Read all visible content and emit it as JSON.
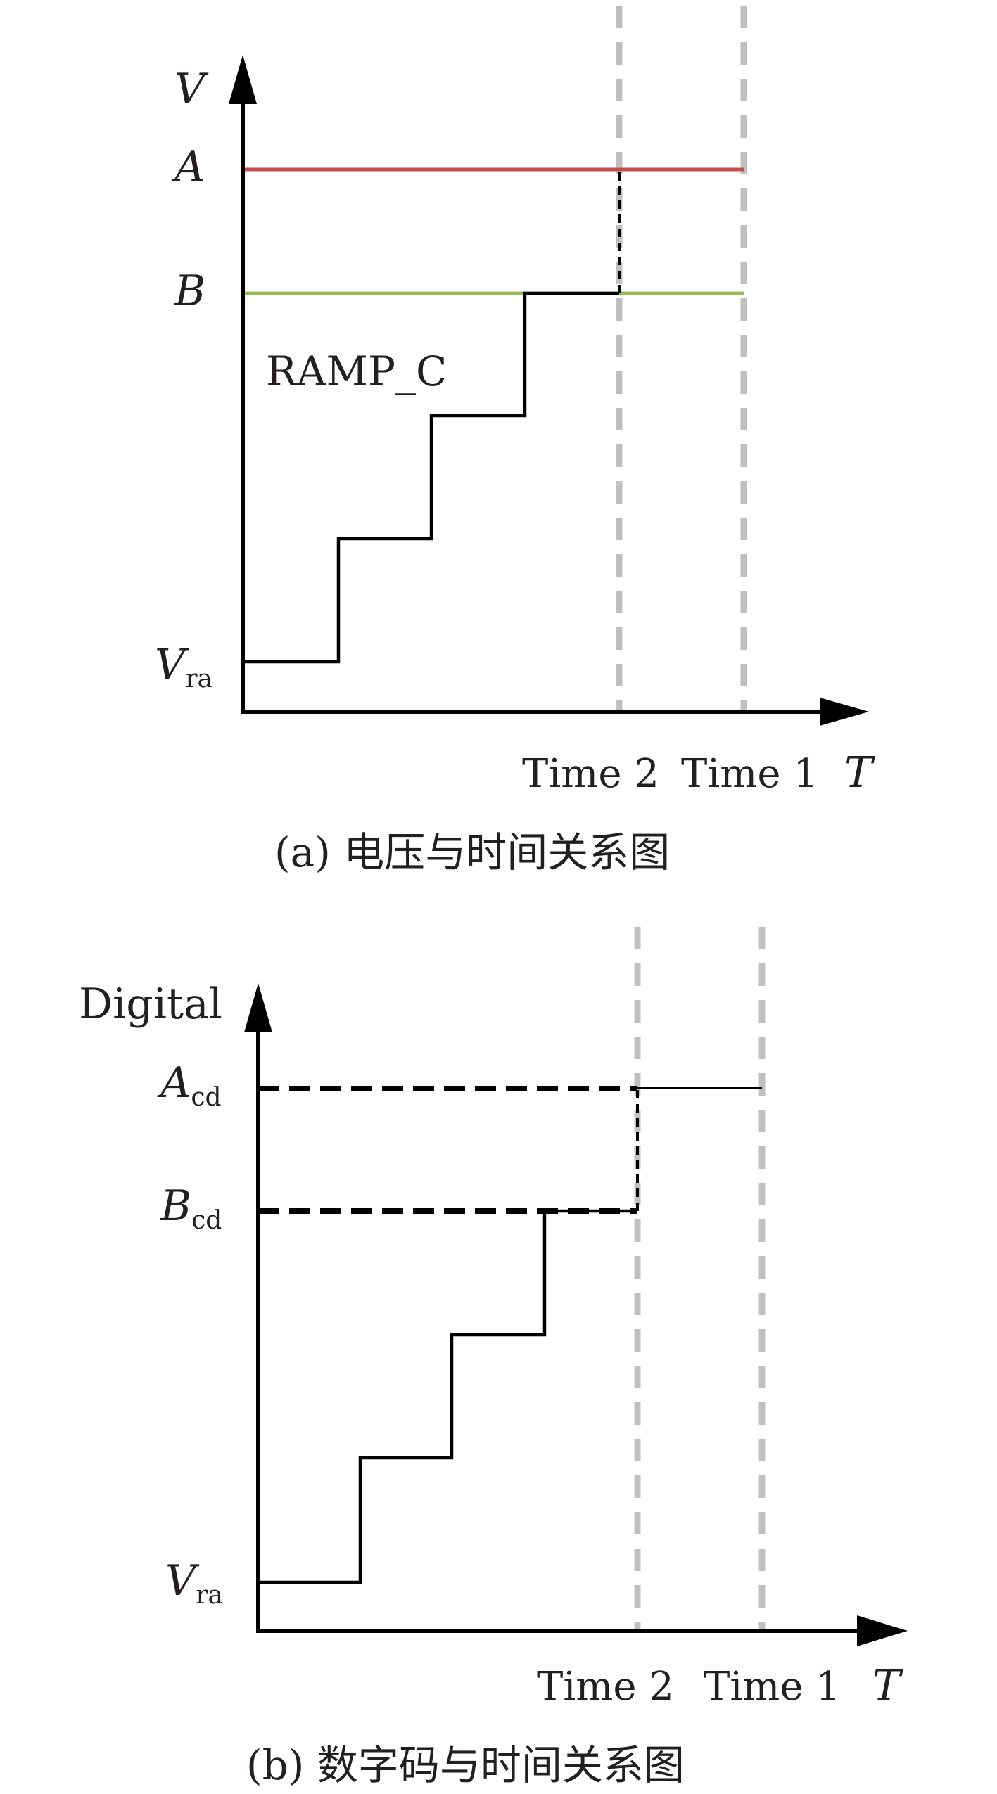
{
  "panel_a": {
    "y_axis_label": "V",
    "level_a_label": "A",
    "level_b_label": "B",
    "ramp_label": "RAMP_C",
    "start_label_main": "V",
    "start_label_sub": "ra",
    "x_tick_time2": "Time 2",
    "x_tick_time1": "Time 1",
    "x_axis_label": "T",
    "caption": "(a) 电压与时间关系图",
    "colors": {
      "level_a": "#c0504d",
      "level_b": "#9bbb59",
      "guide": "#c0c0c0"
    }
  },
  "panel_b": {
    "y_axis_label": "Digital",
    "level_a_label_main": "A",
    "level_a_label_sub": "cd",
    "level_b_label_main": "B",
    "level_b_label_sub": "cd",
    "start_label_main": "V",
    "start_label_sub": "ra",
    "x_tick_time2": "Time 2",
    "x_tick_time1": "Time 1",
    "x_axis_label": "T",
    "caption": "(b) 数字码与时间关系图"
  }
}
